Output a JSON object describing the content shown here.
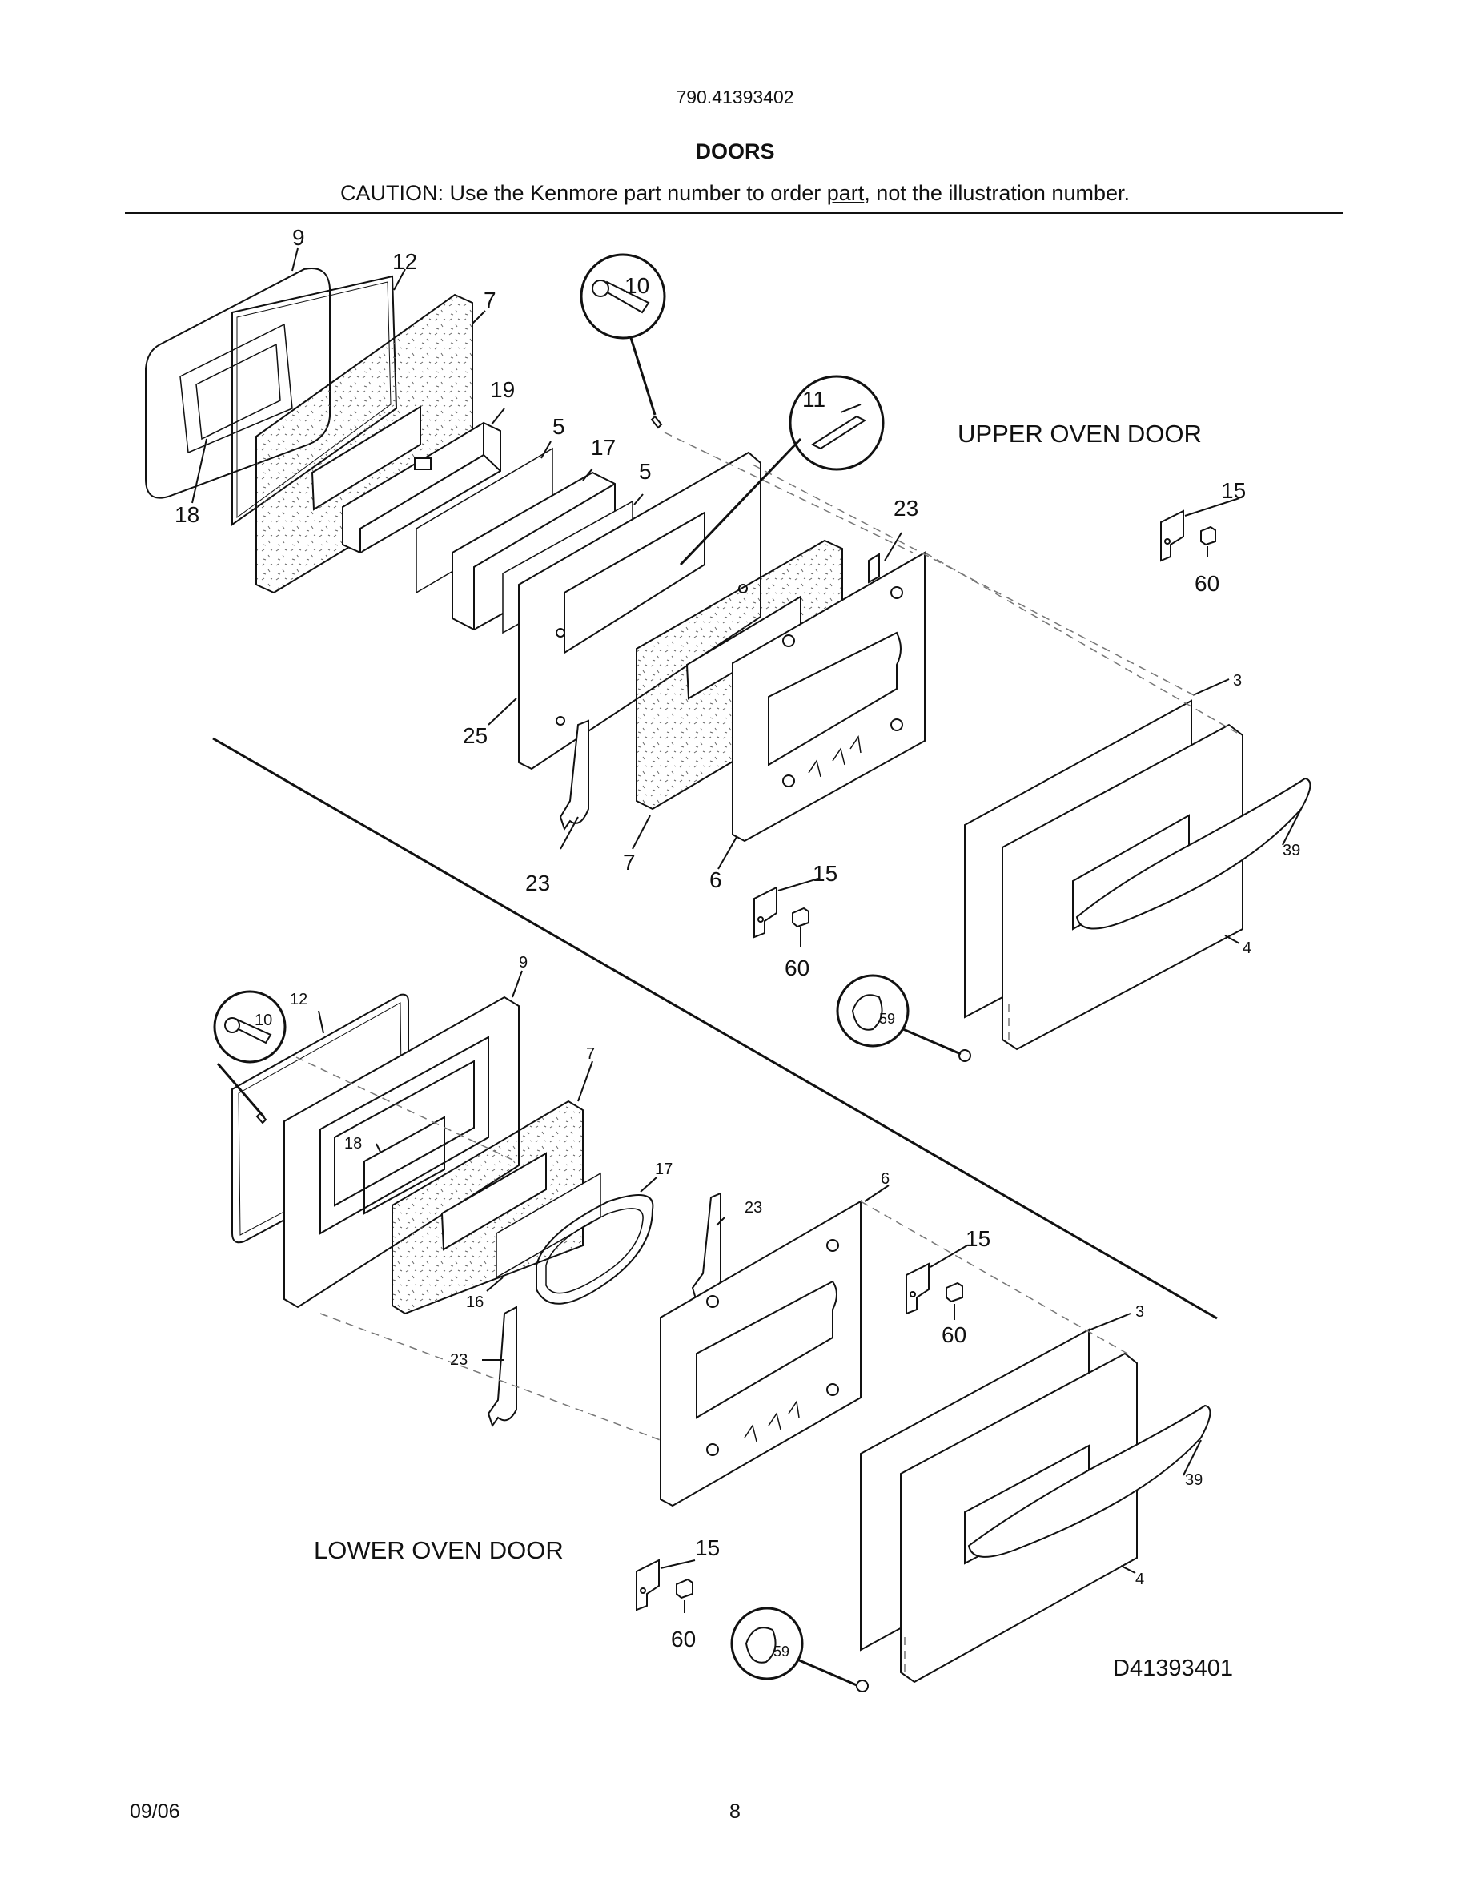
{
  "header": {
    "model_number": "790.41393402",
    "title": "DOORS",
    "caution_prefix": "CAUTION: Use the Kenmore part number to order ",
    "caution_underlined": "part",
    "caution_suffix": ", not the illustration number."
  },
  "sections": {
    "upper": "UPPER OVEN DOOR",
    "lower": "LOWER OVEN DOOR"
  },
  "diagram_id": "D41393401",
  "footer": {
    "date": "09/06",
    "page": "8"
  },
  "callouts": {
    "upper": {
      "c9": "9",
      "c12": "12",
      "c7a": "7",
      "c19": "19",
      "c5a": "5",
      "c17": "17",
      "c5b": "5",
      "c18": "18",
      "c10": "10",
      "c11": "11",
      "c23a": "23",
      "c15a": "15",
      "c60a": "60",
      "c25": "25",
      "c23b": "23",
      "c7b": "7",
      "c6": "6",
      "c15b": "15",
      "c60b": "60",
      "c3": "3",
      "c39": "39",
      "c4": "4",
      "c59": "59"
    },
    "lower": {
      "c9": "9",
      "c12": "12",
      "c10": "10",
      "c7": "7",
      "c18": "18",
      "c17": "17",
      "c16": "16",
      "c23a": "23",
      "c6": "6",
      "c15a": "15",
      "c60a": "60",
      "c23b": "23",
      "c3": "3",
      "c39": "39",
      "c4": "4",
      "c15b": "15",
      "c60b": "60",
      "c59": "59"
    }
  }
}
